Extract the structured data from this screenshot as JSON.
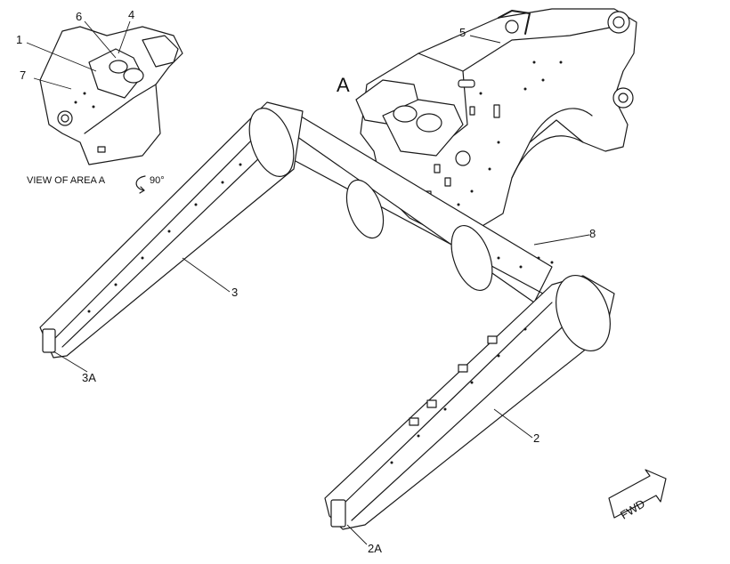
{
  "callouts": {
    "c1": "1",
    "c2": "2",
    "c2a": "2A",
    "c3": "3",
    "c3a": "3A",
    "c4": "4",
    "c5": "5",
    "c6": "6",
    "c7": "7",
    "c8": "8"
  },
  "area_letter": "A",
  "view_caption": "VIEW OF AREA A",
  "rotation_label": "90°",
  "fwd_label": "FWD"
}
